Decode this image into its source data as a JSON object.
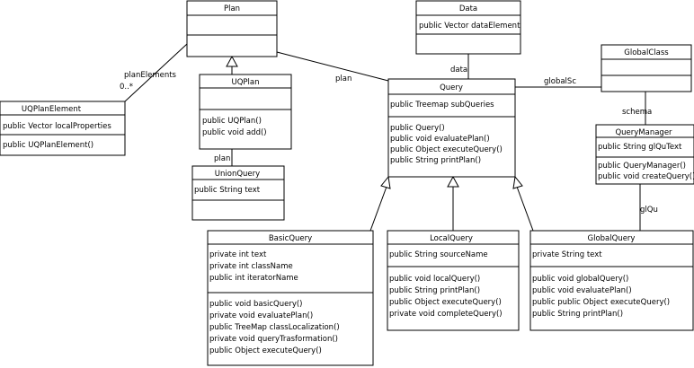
{
  "classes": {
    "plan": {
      "name": "Plan",
      "attributes": [],
      "operations": []
    },
    "data": {
      "name": "Data",
      "attributes": [
        "public Vector dataElement"
      ],
      "operations": []
    },
    "globalclass": {
      "name": "GlobalClass",
      "attributes": [],
      "operations": []
    },
    "uqplanelement": {
      "name": "UQPlanElement",
      "attributes": [
        "public Vector localProperties"
      ],
      "operations": [
        "public UQPlanElement()"
      ]
    },
    "uqplan": {
      "name": "UQPlan",
      "attributes": [],
      "operations": [
        "public UQPlan()",
        "public void add()"
      ]
    },
    "query": {
      "name": "Query",
      "attributes": [
        "public Treemap subQueries"
      ],
      "operations": [
        "public Query()",
        "public void evaluatePlan()",
        "public Object executeQuery()",
        "public String printPlan()"
      ]
    },
    "querymanager": {
      "name": "QueryManager",
      "attributes": [
        "public String glQuText"
      ],
      "operations": [
        "public QueryManager()",
        "public void createQuery()"
      ]
    },
    "unionquery": {
      "name": "UnionQuery",
      "attributes": [
        "public String text"
      ],
      "operations": []
    },
    "basicquery": {
      "name": "BasicQuery",
      "attributes": [
        "private int text",
        "private int className",
        "public int iteratorName"
      ],
      "operations": [
        "public void basicQuery()",
        "private void evaluatePlan()",
        "public TreeMap classLocalization()",
        "private void queryTrasformation()",
        "public Object executeQuery()"
      ]
    },
    "localquery": {
      "name": "LocalQuery",
      "attributes": [
        "public String sourceName"
      ],
      "operations": [
        "public void localQuery()",
        "public String printPlan()",
        "public Object executeQuery()",
        "private void completeQuery()"
      ]
    },
    "globalquery": {
      "name": "GlobalQuery",
      "attributes": [
        "private String text"
      ],
      "operations": [
        "public void globalQuery()",
        "public void evaluatePlan()",
        "public public Object executeQuery()",
        "public String printPlan()"
      ]
    }
  },
  "labels": {
    "planelements": "planElements",
    "multiplicity": "0..*",
    "plan_assoc": "plan",
    "data_assoc": "data",
    "globalsc": "globalSc",
    "schema": "schema",
    "plan_union": "plan",
    "glqu": "glQu"
  }
}
